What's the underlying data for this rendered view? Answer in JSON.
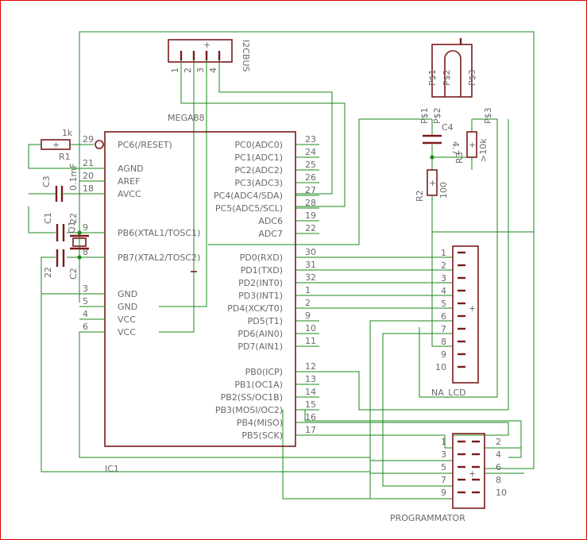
{
  "ic": {
    "name": "MEGA88",
    "designator": "IC1",
    "left_pins": [
      {
        "num": "29",
        "label": "PC6(/RESET)"
      },
      {
        "num": "21",
        "label": "AGND"
      },
      {
        "num": "20",
        "label": "AREF"
      },
      {
        "num": "18",
        "label": "AVCC"
      },
      {
        "num": "9",
        "label": "PB6(XTAL1/TOSC1)"
      },
      {
        "num": "8",
        "label": "PB7(XTAL2/TOSC2)"
      },
      {
        "num": "3",
        "label": "GND"
      },
      {
        "num": "5",
        "label": "GND"
      },
      {
        "num": "4",
        "label": "VCC"
      },
      {
        "num": "6",
        "label": "VCC"
      }
    ],
    "right_pins": [
      {
        "num": "23",
        "label": "PC0(ADC0)"
      },
      {
        "num": "24",
        "label": "PC1(ADC1)"
      },
      {
        "num": "25",
        "label": "PC2(ADC2)"
      },
      {
        "num": "26",
        "label": "PC3(ADC3)"
      },
      {
        "num": "27",
        "label": "PC4(ADC4/SDA)"
      },
      {
        "num": "28",
        "label": "PC5(ADC5/SCL)"
      },
      {
        "num": "19",
        "label": "ADC6"
      },
      {
        "num": "22",
        "label": "ADC7"
      },
      {
        "num": "30",
        "label": "PD0(RXD)"
      },
      {
        "num": "31",
        "label": "PD1(TXD)"
      },
      {
        "num": "32",
        "label": "PD2(INT0)"
      },
      {
        "num": "1",
        "label": "PD3(INT1)"
      },
      {
        "num": "2",
        "label": "PD4(XCK/T0)"
      },
      {
        "num": "9",
        "label": "PD5(T1)"
      },
      {
        "num": "10",
        "label": "PD6(AIN0)"
      },
      {
        "num": "11",
        "label": "PD7(AIN1)"
      },
      {
        "num": "12",
        "label": "PB0(ICP)"
      },
      {
        "num": "13",
        "label": "PB1(OC1A)"
      },
      {
        "num": "14",
        "label": "PB2(SS/OC1B)"
      },
      {
        "num": "15",
        "label": "PB3(MOSI/OC2)"
      },
      {
        "num": "16",
        "label": "PB4(MISO)"
      },
      {
        "num": "17",
        "label": "PB5(SCK)"
      }
    ]
  },
  "i2c": {
    "name": "I2CBUS",
    "pins": [
      "1",
      "2",
      "3",
      "4"
    ],
    "plus": "+"
  },
  "lcd": {
    "name": "NA_LCD",
    "pins": [
      "1",
      "2",
      "3",
      "4",
      "5",
      "6",
      "7",
      "8",
      "9",
      "10"
    ],
    "plus": "+"
  },
  "programmer": {
    "name": "PROGRAMMATOR",
    "left": [
      "1",
      "3",
      "5",
      "7",
      "9"
    ],
    "right": [
      "2",
      "4",
      "6",
      "8",
      "10"
    ],
    "plus": "+"
  },
  "components": {
    "r1": {
      "name": "R1",
      "value": "1k"
    },
    "c3": {
      "name": "C3",
      "value": "0.1mF"
    },
    "c1": {
      "name": "C1",
      "value": "22"
    },
    "c2": {
      "name": "C2",
      "value": "22"
    },
    "q1": {
      "name": "Q1"
    },
    "c4": {
      "name": "C4",
      "value": "4.7"
    },
    "r2": {
      "name": "R2",
      "value": "100"
    },
    "r3": {
      "name": "R3",
      "value": ">10k"
    },
    "ps1": "P$1",
    "ps2": "P$2",
    "ps3": "P$3",
    "plus": "+"
  },
  "colors": {
    "wire": "#1a8a1a",
    "body": "#7a1a1a",
    "text": "#6a6a6a",
    "frame": "#e00000"
  }
}
